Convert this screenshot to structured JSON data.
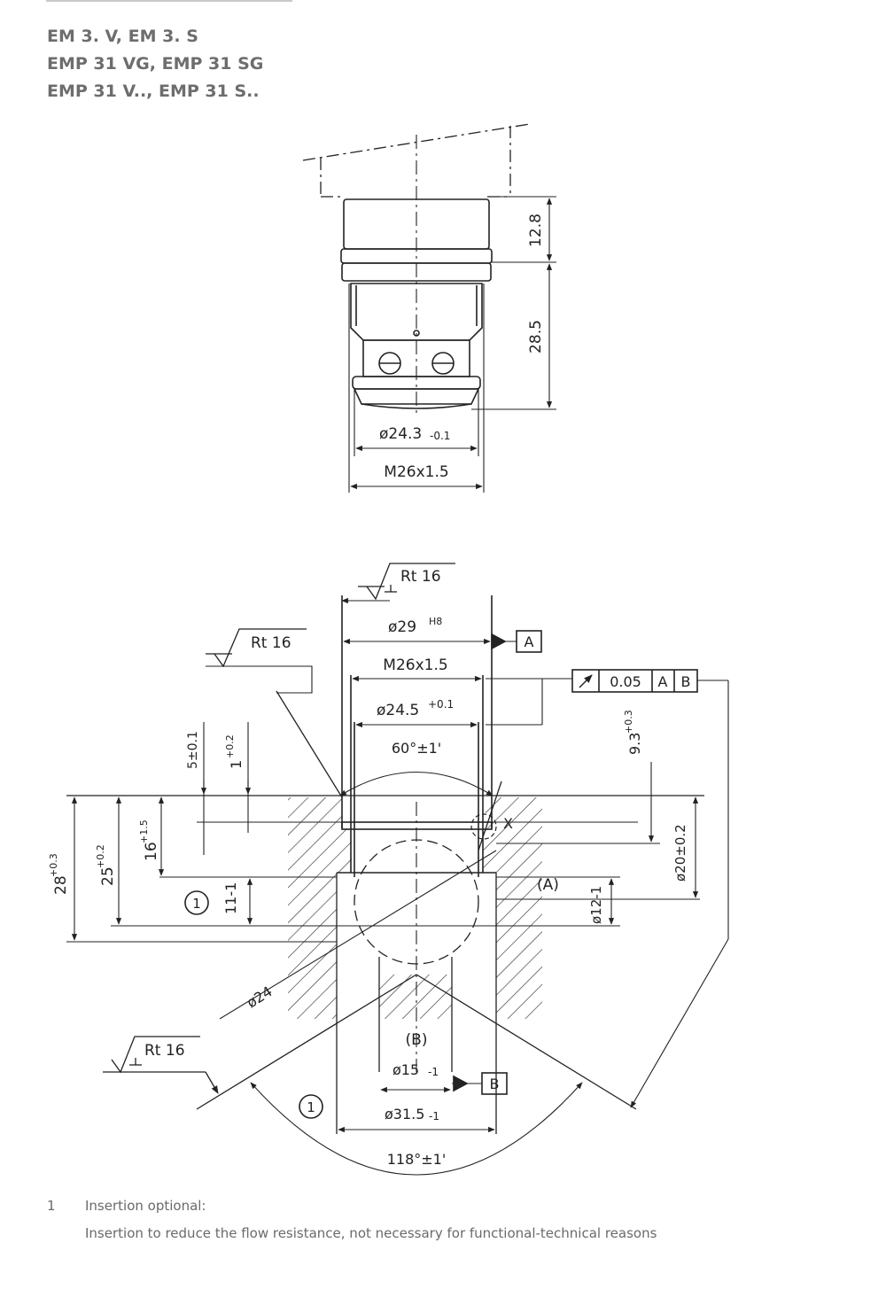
{
  "models": [
    "EM 3. V, EM 3. S",
    "EMP 31 VG, EMP 31 SG",
    "EMP 31 V.., EMP 31 S.."
  ],
  "top_view": {
    "dim_height_upper": "12.8",
    "dim_height_lower": "28.5",
    "dim_body_dia": "ø24.3",
    "dim_body_dia_tol": "-0.1",
    "dim_thread": "M26x1.5"
  },
  "cavity_view": {
    "roughness_top": "Rt  16",
    "roughness_left": "Rt  16",
    "roughness_bottom": "Rt  16",
    "dim_bore": "ø29",
    "dim_bore_fit": "H8",
    "datum_a": "A",
    "dim_thread": "M26x1.5",
    "dim_bore_inner": "ø24.5",
    "dim_bore_inner_tol": "+0.1",
    "dim_angle_top": "60°±1'",
    "runout_value": "0.05",
    "runout_ref_a": "A",
    "runout_ref_b": "B",
    "dim_93": "9.3",
    "dim_93_tol": "+0.3",
    "dim_5": "5±0.1",
    "dim_1": "1",
    "dim_1_tol": "+0.2",
    "dim_16": "16",
    "dim_16_tol": "+1.5",
    "dim_25": "25",
    "dim_25_tol": "+0.2",
    "dim_28": "28",
    "dim_28_tol": "+0.3",
    "dim_11": "11-1",
    "note_marker": "1",
    "detail_x": "X",
    "port_a": "(A)",
    "dim_20": "ø20±0.2",
    "dim_12": "ø12-1",
    "dim_24": "ø24",
    "port_b": "(B)",
    "dim_15": "ø15",
    "dim_15_tol": "-1",
    "datum_b": "B",
    "dim_315": "ø31.5",
    "dim_315_tol": "-1",
    "dim_angle_bottom": "118°±1'"
  },
  "footnote": {
    "number": "1",
    "title": "Insertion optional:",
    "body": "Insertion to reduce the flow resistance, not necessary for functional-technical reasons"
  }
}
